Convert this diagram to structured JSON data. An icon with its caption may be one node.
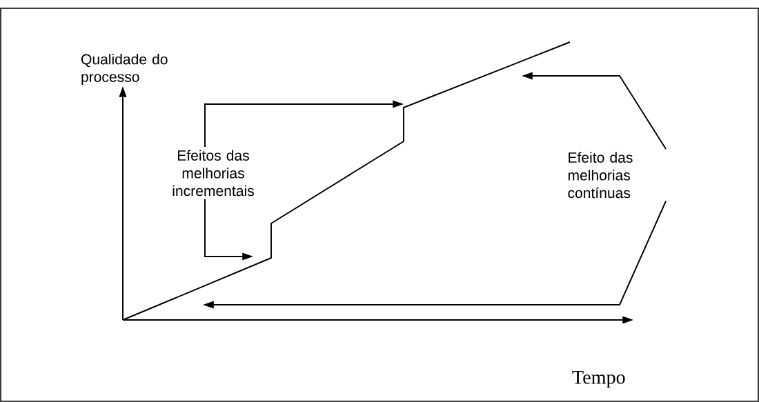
{
  "diagram": {
    "nodes": [
      {
        "text": [
          "Efeitos das melhorias incrementais"
        ]
      },
      {
        "text": [
          "Efeito das melhorias contínuas"
        ]
      }
    ],
    "edges": [
      {
        "from": 0,
        "to": null,
        "arrow": "to"
      },
      {
        "from": 0,
        "to": null,
        "arrow": "to"
      },
      {
        "from": 1,
        "to": null,
        "arrow": "to"
      },
      {
        "from": 1,
        "to": null,
        "arrow": "to"
      }
    ],
    "labels": [
      "Qualidade do processo",
      "Tempo"
    ]
  }
}
